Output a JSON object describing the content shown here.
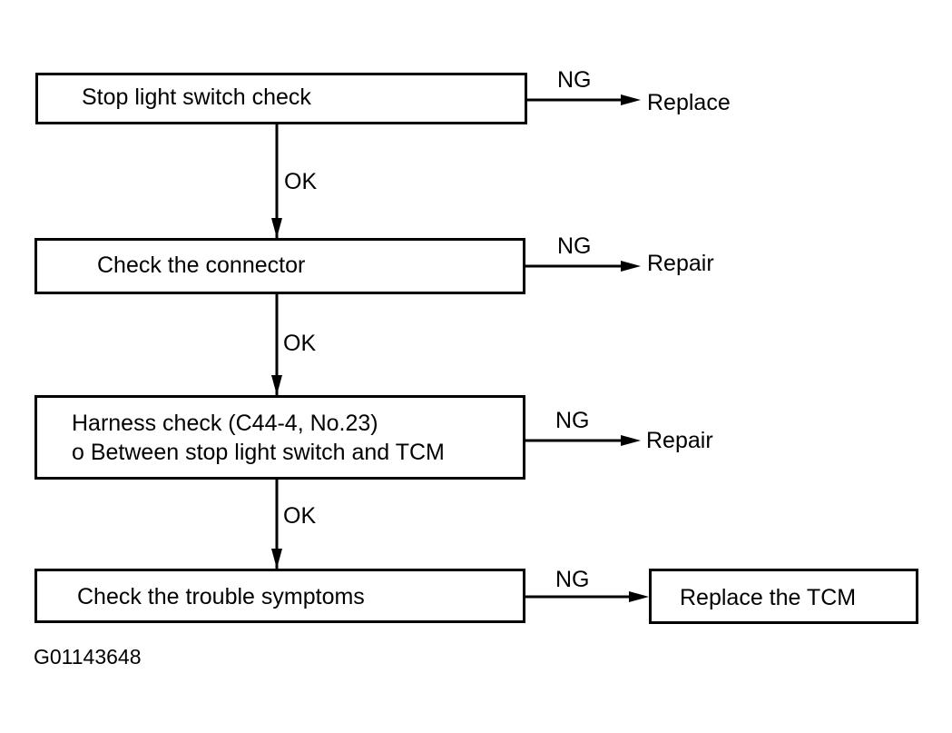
{
  "steps": [
    {
      "line1": "Stop light switch check",
      "ng_label": "NG",
      "ng_result": "Replace"
    },
    {
      "line1": "Check the connector",
      "ng_label": "NG",
      "ng_result": "Repair"
    },
    {
      "line1": "Harness check (C44-4, No.23)",
      "line2": "o Between stop light switch and TCM",
      "ng_label": "NG",
      "ng_result": "Repair"
    },
    {
      "line1": "Check the trouble symptoms",
      "ng_label": "NG",
      "ng_result": "Replace the TCM"
    }
  ],
  "ok_labels": [
    "OK",
    "OK",
    "OK"
  ],
  "figure_id": "G01143648"
}
